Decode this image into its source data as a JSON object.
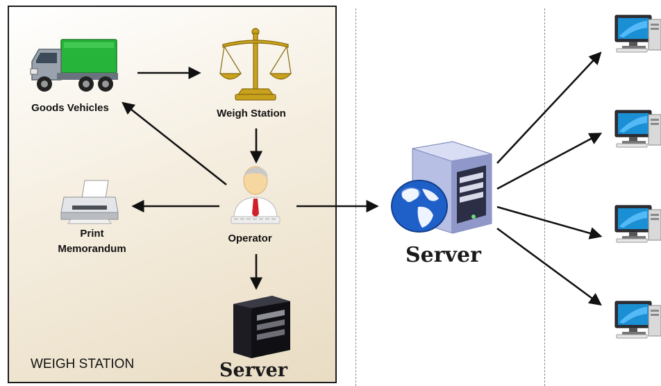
{
  "weigh_station": {
    "section_label": "WEIGH STATION",
    "goods_vehicles_label": "Goods Vehicles",
    "weigh_station_label": "Weigh Station",
    "operator_label": "Operator",
    "print_label_line1": "Print",
    "print_label_line2": "Memorandum",
    "local_server_label": "Server"
  },
  "network": {
    "central_server_label": "Server",
    "client_count": 4
  },
  "colors": {
    "truck_cargo": "#27b43a",
    "panel_border": "#1a1a1a",
    "arrow": "#111111",
    "divider": "#8a8a8a",
    "globe": "#1f5fc8"
  },
  "icons": [
    "truck-icon",
    "scale-icon",
    "operator-icon",
    "printer-icon",
    "local-server-icon",
    "server-icon",
    "globe-icon",
    "desktop-computer-icon"
  ]
}
